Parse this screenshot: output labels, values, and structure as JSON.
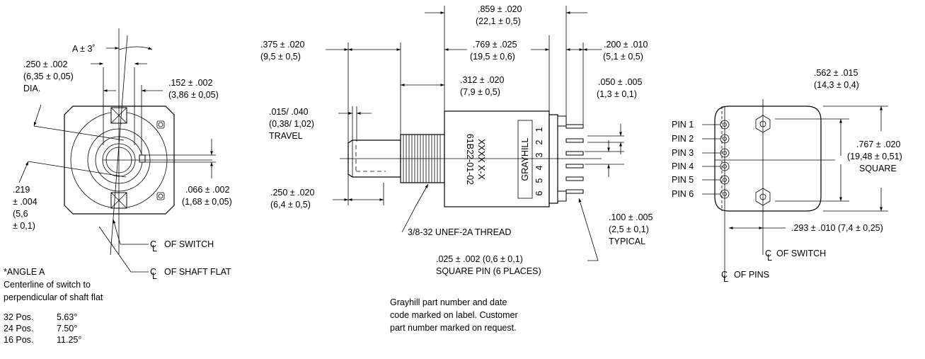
{
  "front_view": {
    "angle_tol": "A ± 3˚",
    "shaft_dia": ".250 ± .002",
    "shaft_dia_mm": "(6,35 ± 0,05)",
    "shaft_dia_suffix": "DIA.",
    "flat_dim": ".152 ± .002",
    "flat_dim_mm": "(3,86 ± 0,05)",
    "flat_offset_1": ".219",
    "flat_offset_2": "± .004",
    "flat_offset_3": "(5,6",
    "flat_offset_4": "± 0,1)",
    "key_dim": ".066 ± .002",
    "key_dim_mm": "(1,68 ± 0,05)",
    "cl_switch": "OF SWITCH",
    "cl_shaft_flat": "OF SHAFT FLAT",
    "cl_symbol": "C",
    "cl_symbol_sub": "L"
  },
  "angle_note": {
    "title": "*ANGLE A",
    "line1": "Centerline of switch to",
    "line2": "perpendicular of shaft flat",
    "rows": [
      {
        "positions": "32 Pos.",
        "angle": "5.63°"
      },
      {
        "positions": "24 Pos.",
        "angle": "7.50°"
      },
      {
        "positions": "16 Pos.",
        "angle": "11.25°"
      }
    ]
  },
  "side_view": {
    "overall": ".859 ± .020",
    "overall_mm": "(22,1 ± 0,5)",
    "shaft_len": ".375 ± .020",
    "shaft_len_mm": "(9,5 ± 0,5)",
    "body_len": ".769 ± .025",
    "body_len_mm": "(19,5 ± 0,6)",
    "pin_len": ".200 ± .010",
    "pin_len_mm": "(5,1 ± 0,5)",
    "thread_len": ".312 ± .020",
    "thread_len_mm": "(7,9 ± 0,5)",
    "pin_step": ".050 ± .005",
    "pin_step_mm": "(1,3 ± 0,1)",
    "travel": ".015/ .040",
    "travel_mm": "(0,38/ 1,02)",
    "travel_label": "TRAVEL",
    "flat_len": ".250 ± .020",
    "flat_len_mm": "(6,4 ± 0,5)",
    "thread": "3/8-32 UNEF-2A THREAD",
    "pin_pitch": ".100 ± .005",
    "pin_pitch_mm": "(2,5 ± 0,1)",
    "pin_pitch_note": "TYPICAL",
    "pin_size": ".025 ± .002 (0,6 ± 0,1)",
    "pin_size_note": "SQUARE PIN (6 PLACES)",
    "label_part": "61B22-01-02",
    "label_code": "XXXX  X-X",
    "label_brand": "GRAYHILL",
    "pin_numbers": [
      "1",
      "2",
      "3",
      "4",
      "5",
      "6"
    ]
  },
  "note": {
    "line1": "Grayhill part number and date",
    "line2": "code marked on label. Customer",
    "line3": "part number marked on request."
  },
  "rear_view": {
    "width": ".562 ± .015",
    "width_mm": "(14,3 ± 0,4)",
    "square": ".767 ± .020",
    "square_mm": "(19,48 ± 0,51)",
    "square_label": "SQUARE",
    "offset": ".293 ± .010 (7,4 ± 0,25)",
    "cl_switch": "OF SWITCH",
    "cl_pins": "OF PINS",
    "pins": [
      "PIN 1",
      "PIN 2",
      "PIN 3",
      "PIN 4",
      "PIN 5",
      "PIN 6"
    ]
  }
}
